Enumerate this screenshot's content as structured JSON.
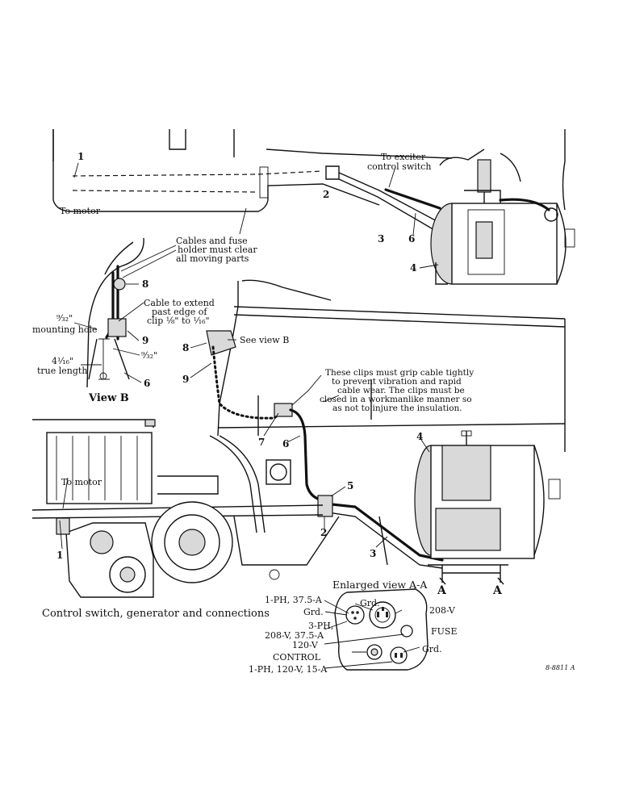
{
  "title": "Control switch, generator and connections",
  "figure_code": "8-8811 A",
  "top_view": {
    "to_exciter_control_switch": [
      "To exciter",
      "control switch"
    ],
    "to_motor": "To motor",
    "callouts": [
      "1",
      "2",
      "3",
      "6",
      "4"
    ]
  },
  "view_b": {
    "title": "View B",
    "cables_fuse_note": [
      "Cables and fuse",
      "holder must clear",
      "all moving parts"
    ],
    "cable_extend_note": [
      "Cable to extend",
      "past edge of",
      "clip ⅛\" to ¹⁄₁₆\""
    ],
    "mounting_hole": [
      "⁹⁄₃₂\"",
      "mounting hole"
    ],
    "true_length": [
      "4¹⁄₁₆\"",
      "true length"
    ],
    "dim_932": "⁹⁄₃₂\"",
    "callouts": [
      "8",
      "9",
      "6"
    ]
  },
  "main_view": {
    "see_view_b": "See view B",
    "clips_note": [
      "These clips must grip cable tightly",
      "to prevent vibration and rapid",
      "cable wear. The clips must be",
      "closed in a workmanlike manner so",
      "as not to injure the insulation."
    ],
    "to_motor": "To motor",
    "callouts": [
      "8",
      "9",
      "7",
      "6",
      "4",
      "5",
      "2",
      "3",
      "1"
    ],
    "section_marks": [
      "A",
      "A"
    ]
  },
  "enlarged_view": {
    "title": "Enlarged view A-A",
    "labels": {
      "one_ph_375": "1-PH, 37.5-A",
      "grd_left": "Grd.",
      "grd_top": "Grd.",
      "three_ph": [
        "3-PH,",
        "208-V, 37.5-A"
      ],
      "v208": "208-V",
      "fuse": "FUSE",
      "v120": "120-V",
      "control": "CONTROL",
      "grd_right": "Grd.",
      "one_ph_120": "1-PH, 120-V, 15-A"
    }
  }
}
